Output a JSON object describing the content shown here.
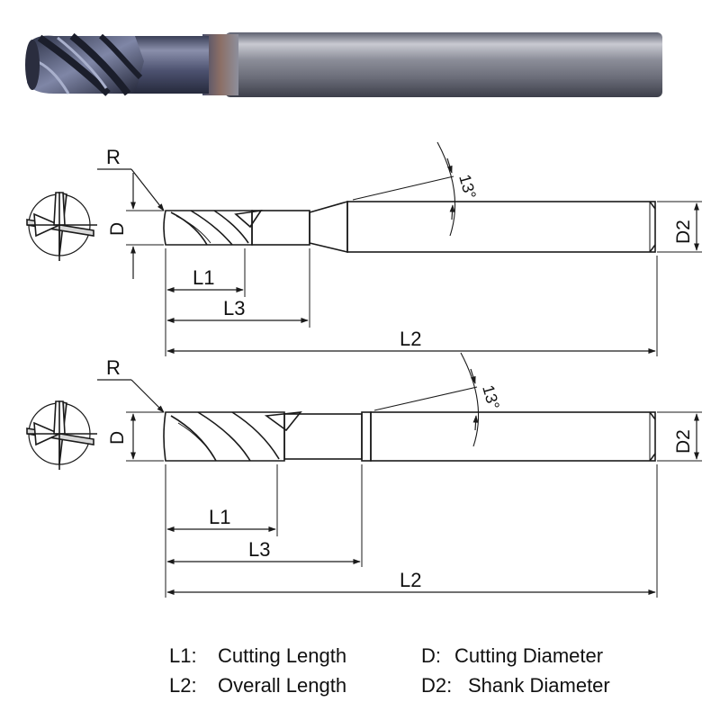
{
  "labels": {
    "radius": "R",
    "diameter": "D",
    "shank_diameter": "D2",
    "l1": "L1",
    "l2": "L2",
    "l3": "L3",
    "angle": "13°"
  },
  "legend": {
    "l1": {
      "key": "L1:",
      "text": "Cutting Length"
    },
    "l2": {
      "key": "L2:",
      "text": "Overall Length"
    },
    "d": {
      "key": "D:",
      "text": "Cutting Diameter"
    },
    "d2": {
      "key": "D2:",
      "text": "Shank Diameter"
    }
  },
  "colors": {
    "line": "#1a1a1a",
    "tool_coating": "#3c4560",
    "shank_steel": "#9a9ca6"
  }
}
